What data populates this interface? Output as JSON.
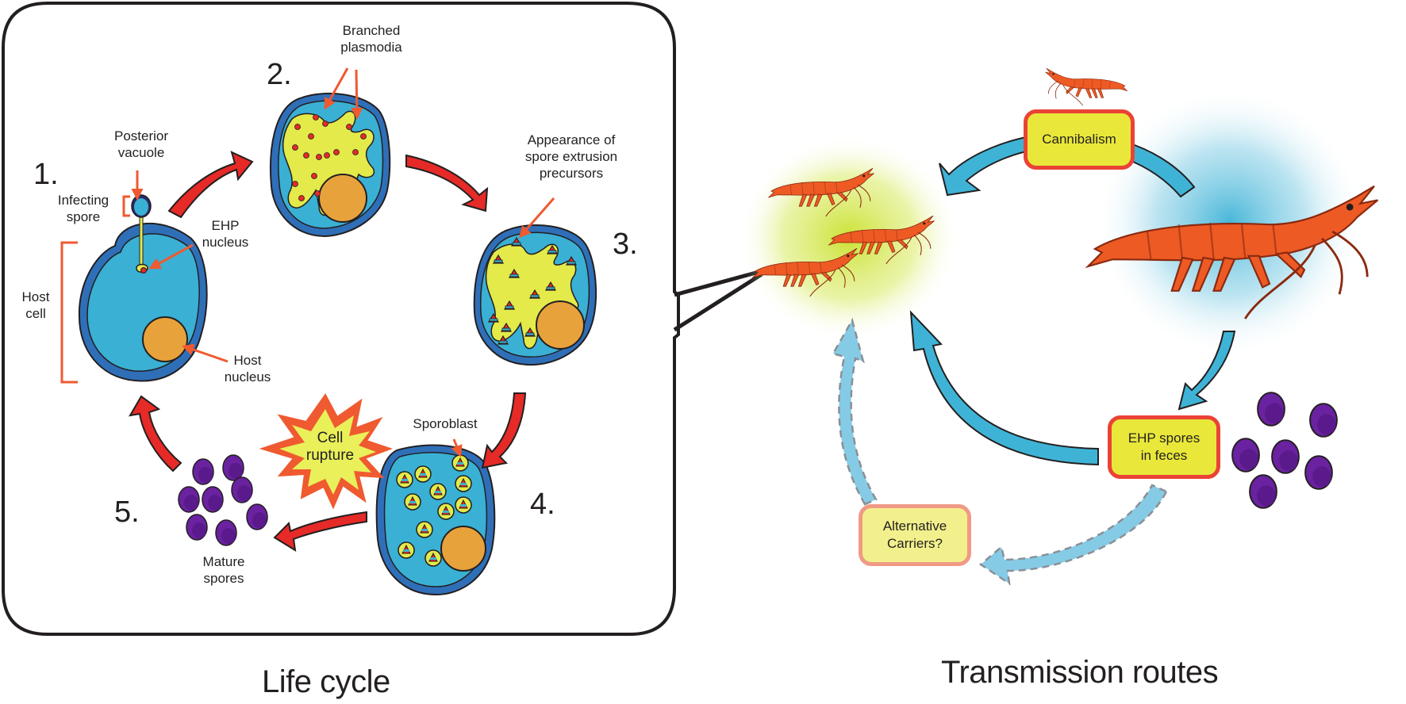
{
  "figure": {
    "panels": [
      {
        "id": "life-cycle",
        "title": "Life cycle"
      },
      {
        "id": "transmission-routes",
        "title": "Transmission routes"
      }
    ]
  },
  "life_cycle": {
    "title": "Life cycle",
    "stages": [
      {
        "number": "1.",
        "labels": [
          "Posterior\nvacuole",
          "Infecting\nspore",
          "EHP\nnucleus",
          "Host\ncell",
          "Host\nnucleus"
        ]
      },
      {
        "number": "2.",
        "labels": [
          "Branched\nplasmodia"
        ]
      },
      {
        "number": "3.",
        "labels": [
          "Appearance of\nspore extrusion\nprecursors"
        ]
      },
      {
        "number": "4.",
        "labels": [
          "Sporoblast"
        ]
      },
      {
        "number": "5.",
        "labels": [
          "Mature\nspores"
        ]
      }
    ],
    "labels": {
      "posterior_vacuole_1": "Posterior",
      "posterior_vacuole_2": "vacuole",
      "infecting_spore_1": "Infecting",
      "infecting_spore_2": "spore",
      "ehp_nucleus_1": "EHP",
      "ehp_nucleus_2": "nucleus",
      "host_cell_1": "Host",
      "host_cell_2": "cell",
      "host_nucleus_1": "Host",
      "host_nucleus_2": "nucleus",
      "branched_plasmodia_1": "Branched",
      "branched_plasmodia_2": "plasmodia",
      "spore_extrusion_1": "Appearance of",
      "spore_extrusion_2": "spore extrusion",
      "spore_extrusion_3": "precursors",
      "sporoblast": "Sporoblast",
      "mature_spores_1": "Mature",
      "mature_spores_2": "spores",
      "cell_rupture_1": "Cell",
      "cell_rupture_2": "rupture"
    },
    "numbers": {
      "s1": "1.",
      "s2": "2.",
      "s3": "3.",
      "s4": "4.",
      "s5": "5."
    }
  },
  "transmission": {
    "title": "Transmission routes",
    "routes": [
      {
        "label": "Cannibalism",
        "style": "solid"
      },
      {
        "label": "EHP spores in feces",
        "style": "solid"
      },
      {
        "label": "Alternative Carriers?",
        "style": "uncertain"
      }
    ],
    "boxes": {
      "cannibalism": "Cannibalism",
      "feces_1": "EHP spores",
      "feces_2": "in feces",
      "alt_1": "Alternative",
      "alt_2": "Carriers?"
    }
  },
  "colors": {
    "cell_membrane": "#2f6fb8",
    "cytoplasm": "#3ab0d4",
    "plasmodia": "#e3ea4a",
    "host_nucleus": "#e8a23c",
    "arrow_red": "#e52a27",
    "label_arrow": "#ef5a30",
    "spore_purple": "#6a22a0",
    "shrimp": "#ee5a24",
    "route_arrow": "#3fb3d6",
    "route_arrow_dashed": "#86cbe5",
    "box_fill": "#e9e83a",
    "box_border": "#ea4335"
  }
}
